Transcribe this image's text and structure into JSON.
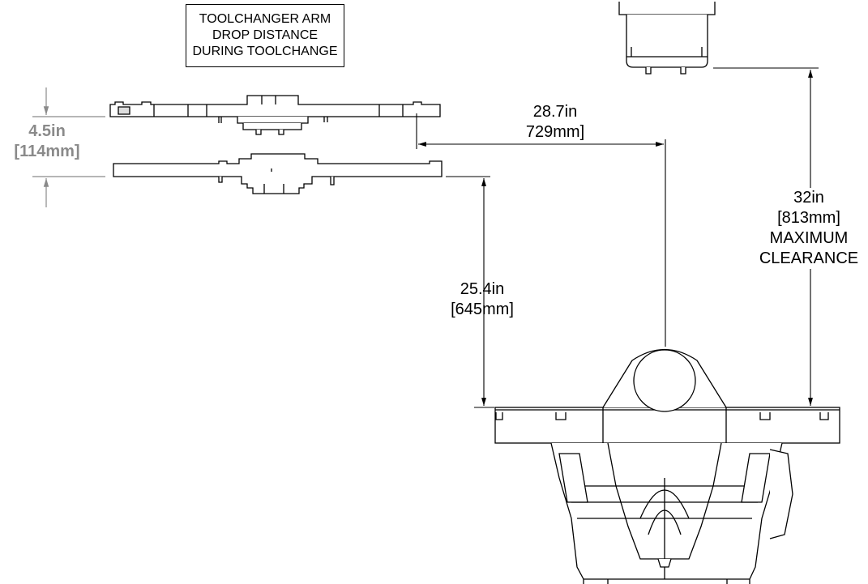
{
  "note": {
    "lines": [
      "TOOLCHANGER ARM",
      "DROP DISTANCE",
      "DURING TOOLCHANGE"
    ]
  },
  "drop_distance": {
    "imperial": "4.5in",
    "metric": "[114mm]",
    "color": "#8a8a8a"
  },
  "horizontal_reach": {
    "imperial": "28.7in",
    "metric": "729mm]"
  },
  "arm_to_table": {
    "imperial": "25.4in",
    "metric": "[645mm]"
  },
  "max_clearance": {
    "imperial": "32in",
    "metric": "[813mm]",
    "label_1": "MAXIMUM",
    "label_2": "CLEARANCE"
  }
}
